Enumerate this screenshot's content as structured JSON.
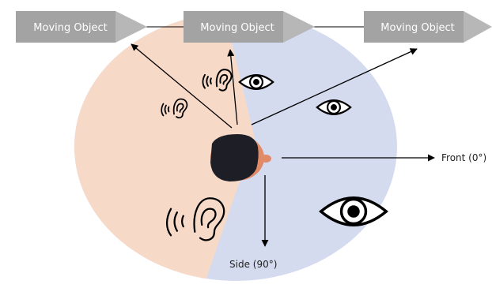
{
  "diagram": {
    "moving_objects": [
      {
        "label": "Moving Object"
      },
      {
        "label": "Moving Object"
      },
      {
        "label": "Moving Object"
      }
    ],
    "front_label": "Front (0°)",
    "side_label": "Side (90°)",
    "icons": {
      "hearing": "ear-icon",
      "vision": "eye-icon",
      "listener": "head-icon"
    },
    "colors": {
      "hearing_region": "#f7d9c7",
      "vision_region": "#d5dbef",
      "object_box": "#a3a3a3",
      "object_box_tip": "#b7b7b7",
      "head_hair": "#1e1e26",
      "head_skin": "#e08a67",
      "stroke": "#000000"
    }
  }
}
